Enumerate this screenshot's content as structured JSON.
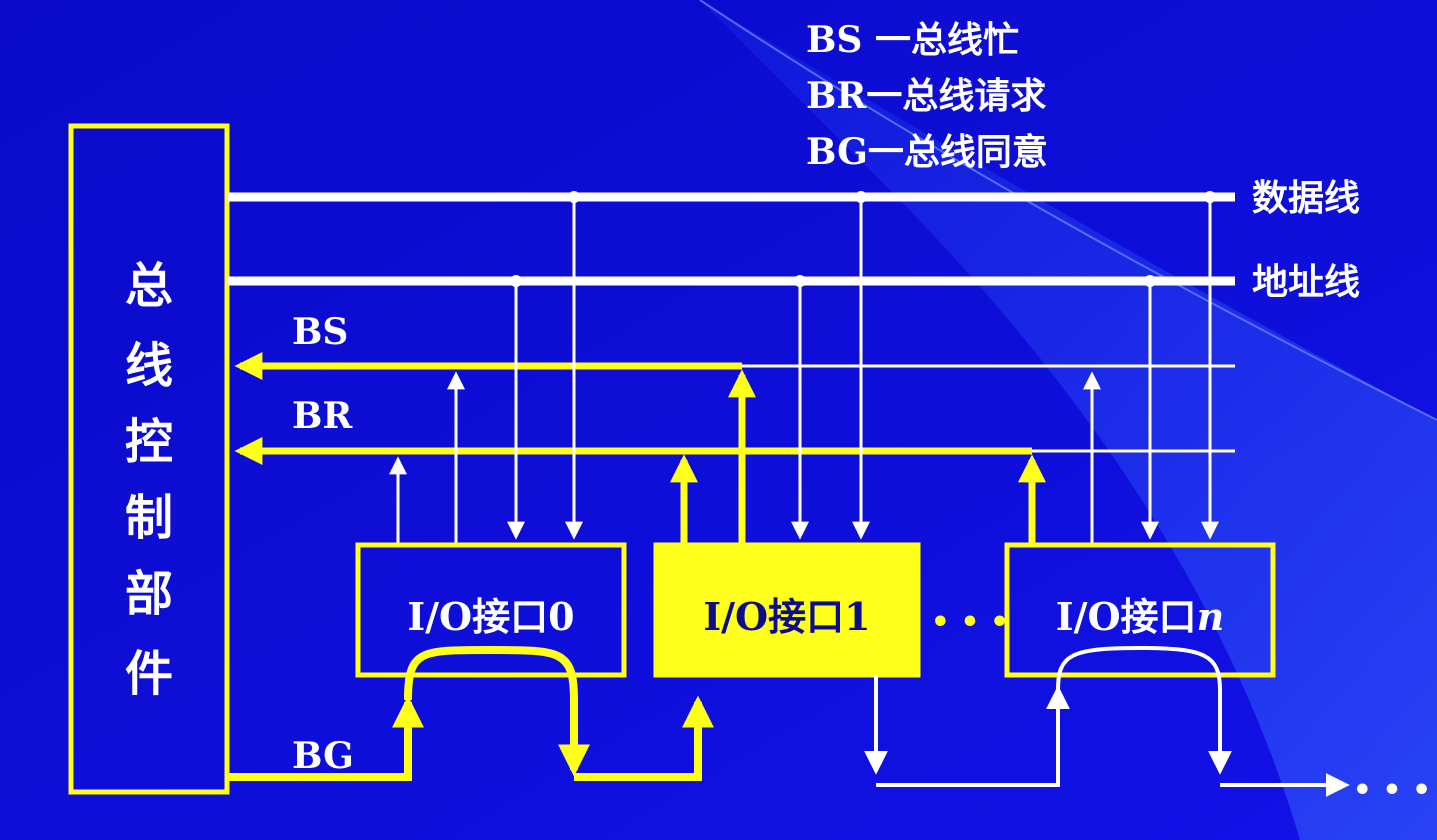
{
  "controller": {
    "label_chars": [
      "总",
      "线",
      "控",
      "制",
      "部",
      "件"
    ]
  },
  "legend": {
    "bs": "BS 一总线忙",
    "br": "BR一总线请求",
    "bg": "BG一总线同意"
  },
  "lines": {
    "data": "数据线",
    "address": "地址线"
  },
  "signals": {
    "bs": "BS",
    "br": "BR",
    "bg": "BG"
  },
  "interfaces": [
    {
      "prefix": "I/O接口",
      "index": "0",
      "highlighted": false
    },
    {
      "prefix": "I/O接口",
      "index": "1",
      "highlighted": true
    },
    {
      "prefix": "I/O接口",
      "index": "n",
      "highlighted": false
    }
  ],
  "ellipsis_middle": "• • •",
  "ellipsis_right": "• • •",
  "colors": {
    "background": "#0d0dd9",
    "accent": "#ffff1a",
    "line": "#ffffff",
    "highlight_box": "#ffff1a",
    "highlight_text": "#0d0d8c"
  }
}
